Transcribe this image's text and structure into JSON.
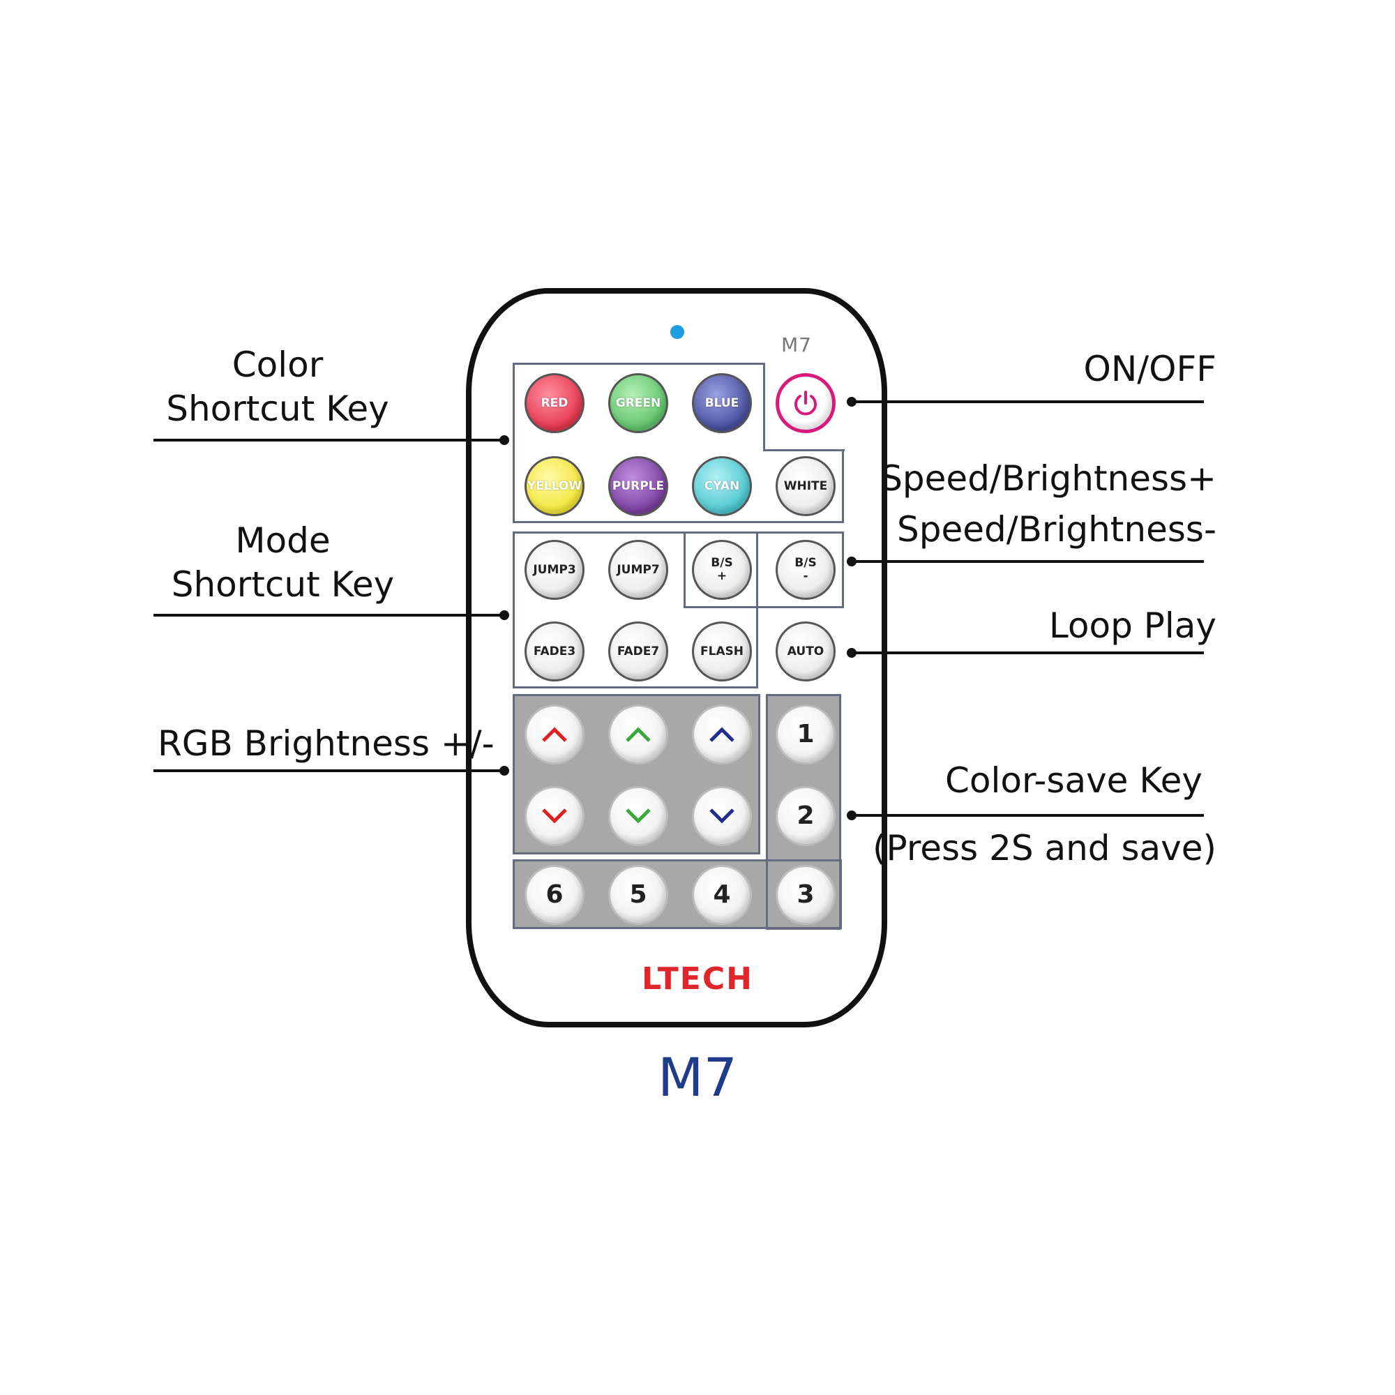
{
  "annotations": {
    "color_shortcut_line1": "Color",
    "color_shortcut_line2": "Shortcut Key",
    "mode_shortcut_line1": "Mode",
    "mode_shortcut_line2": "Shortcut Key",
    "rgb_brightness": "RGB Brightness +/-",
    "on_off": "ON/OFF",
    "speed_plus": "Speed/Brightness+",
    "speed_minus": "Speed/Brightness-",
    "loop_play": "Loop Play",
    "color_save": "Color-save Key",
    "color_save_note": "(Press 2S and save)"
  },
  "remote": {
    "model_small": "M7",
    "brand": "LTECH",
    "caption": "M7",
    "color_keys": [
      {
        "label": "RED",
        "color": "#e5384f"
      },
      {
        "label": "GREEN",
        "color": "#5fc36a"
      },
      {
        "label": "BLUE",
        "color": "#4a4f9e"
      },
      {
        "label": "YELLOW",
        "color": "#f2e63a"
      },
      {
        "label": "PURPLE",
        "color": "#7b3f9e"
      },
      {
        "label": "CYAN",
        "color": "#4cc6cf"
      },
      {
        "label": "WHITE",
        "color": "#f4f4f4"
      }
    ],
    "power_icon": "power-icon",
    "mode_keys": [
      "JUMP3",
      "JUMP7",
      "FADE3",
      "FADE7",
      "FLASH"
    ],
    "speed_keys": [
      {
        "top": "B/S",
        "bottom": "+"
      },
      {
        "top": "B/S",
        "bottom": "-"
      }
    ],
    "auto_key": "AUTO",
    "rgb_colors": {
      "red": "#e02020",
      "green": "#3aa83a",
      "blue": "#1f2f8a"
    },
    "up_icon": "^",
    "down_icon": "v",
    "number_keys": [
      "1",
      "2",
      "3",
      "4",
      "5",
      "6"
    ]
  }
}
